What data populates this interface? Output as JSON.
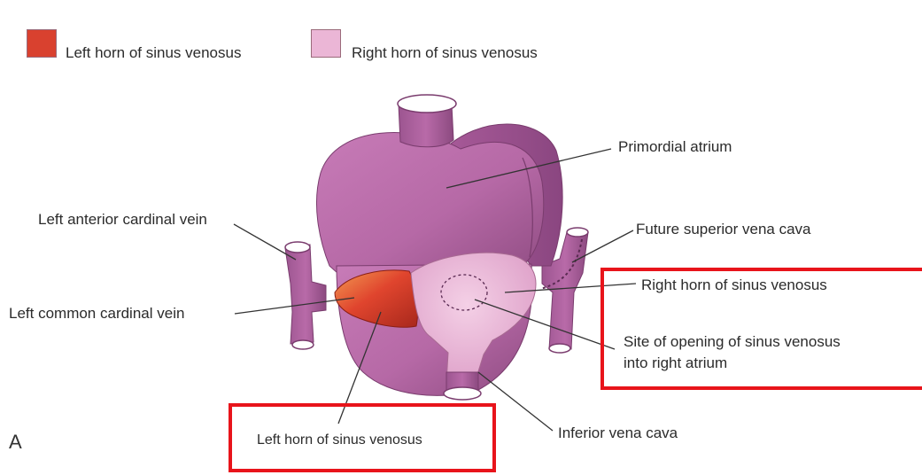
{
  "legend": {
    "left_horn": {
      "label": "Left horn of sinus venosus",
      "color": "#d9412f"
    },
    "right_horn": {
      "label": "Right horn of sinus venosus",
      "color": "#ebb6d6"
    }
  },
  "labels": {
    "primordial_atrium": "Primordial atrium",
    "left_anterior_cardinal_vein": "Left anterior cardinal vein",
    "future_superior_vena_cava": "Future superior vena cava",
    "right_horn": "Right horn of sinus venosus",
    "left_common_cardinal_vein": "Left common cardinal vein",
    "site_of_opening_line1": "Site of opening of sinus venosus",
    "site_of_opening_line2": "into right atrium",
    "inferior_vena_cava": "Inferior vena cava",
    "left_horn_bottom": "Left horn of sinus venosus"
  },
  "panel_letter": "A",
  "colors": {
    "atrium": "#b669a6",
    "atrium_dark": "#8c4a7e",
    "left_horn": "#d9412f",
    "left_horn_dark": "#a8281c",
    "right_horn": "#ebb6d6",
    "highlight": "#e8141b"
  }
}
